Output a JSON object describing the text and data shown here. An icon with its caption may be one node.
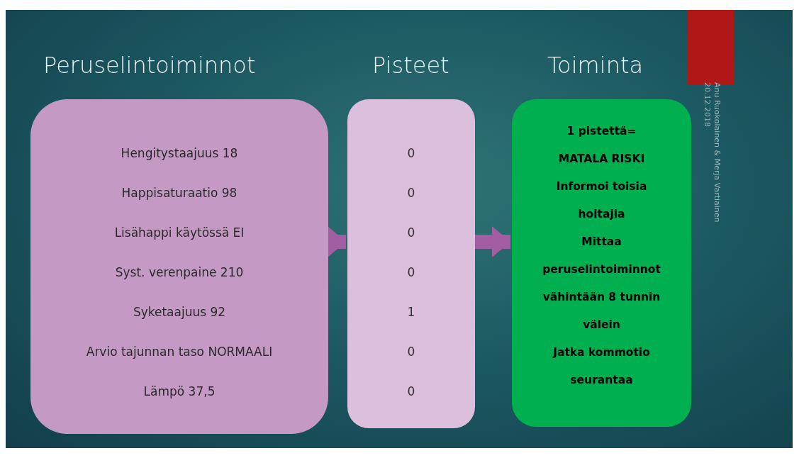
{
  "diagram": {
    "nodes": [
      {
        "text": [
          "Peruselintoiminnot",
          "Hengitystaajuus 18",
          "Happisaturaatio 98",
          "Lisähappi käytössä EI",
          "Syst. verenpaine 210",
          "Syketaajuus 92",
          "Arvio tajunnan taso NORMAALI",
          "Lämpö 37,5"
        ]
      },
      {
        "text": [
          "Pisteet",
          "0",
          "0",
          "0",
          "0",
          "1",
          "0",
          "0"
        ]
      },
      {
        "text": [
          "Toiminta",
          "1 pistettä=",
          "MATALA RISKI",
          "Informoi toisia hoitajia",
          "Mittaa peruselintoiminnot vähintään 8 tunnin välein",
          "Jatka kommotio seurantaa"
        ]
      }
    ],
    "edges": [
      {
        "from": 0,
        "to": 1,
        "arrow": "to"
      },
      {
        "from": 1,
        "to": 2,
        "arrow": "to"
      }
    ],
    "labels": [
      "Anu Ruokolainen & Merja Vartiainen 20.12.2018"
    ]
  }
}
